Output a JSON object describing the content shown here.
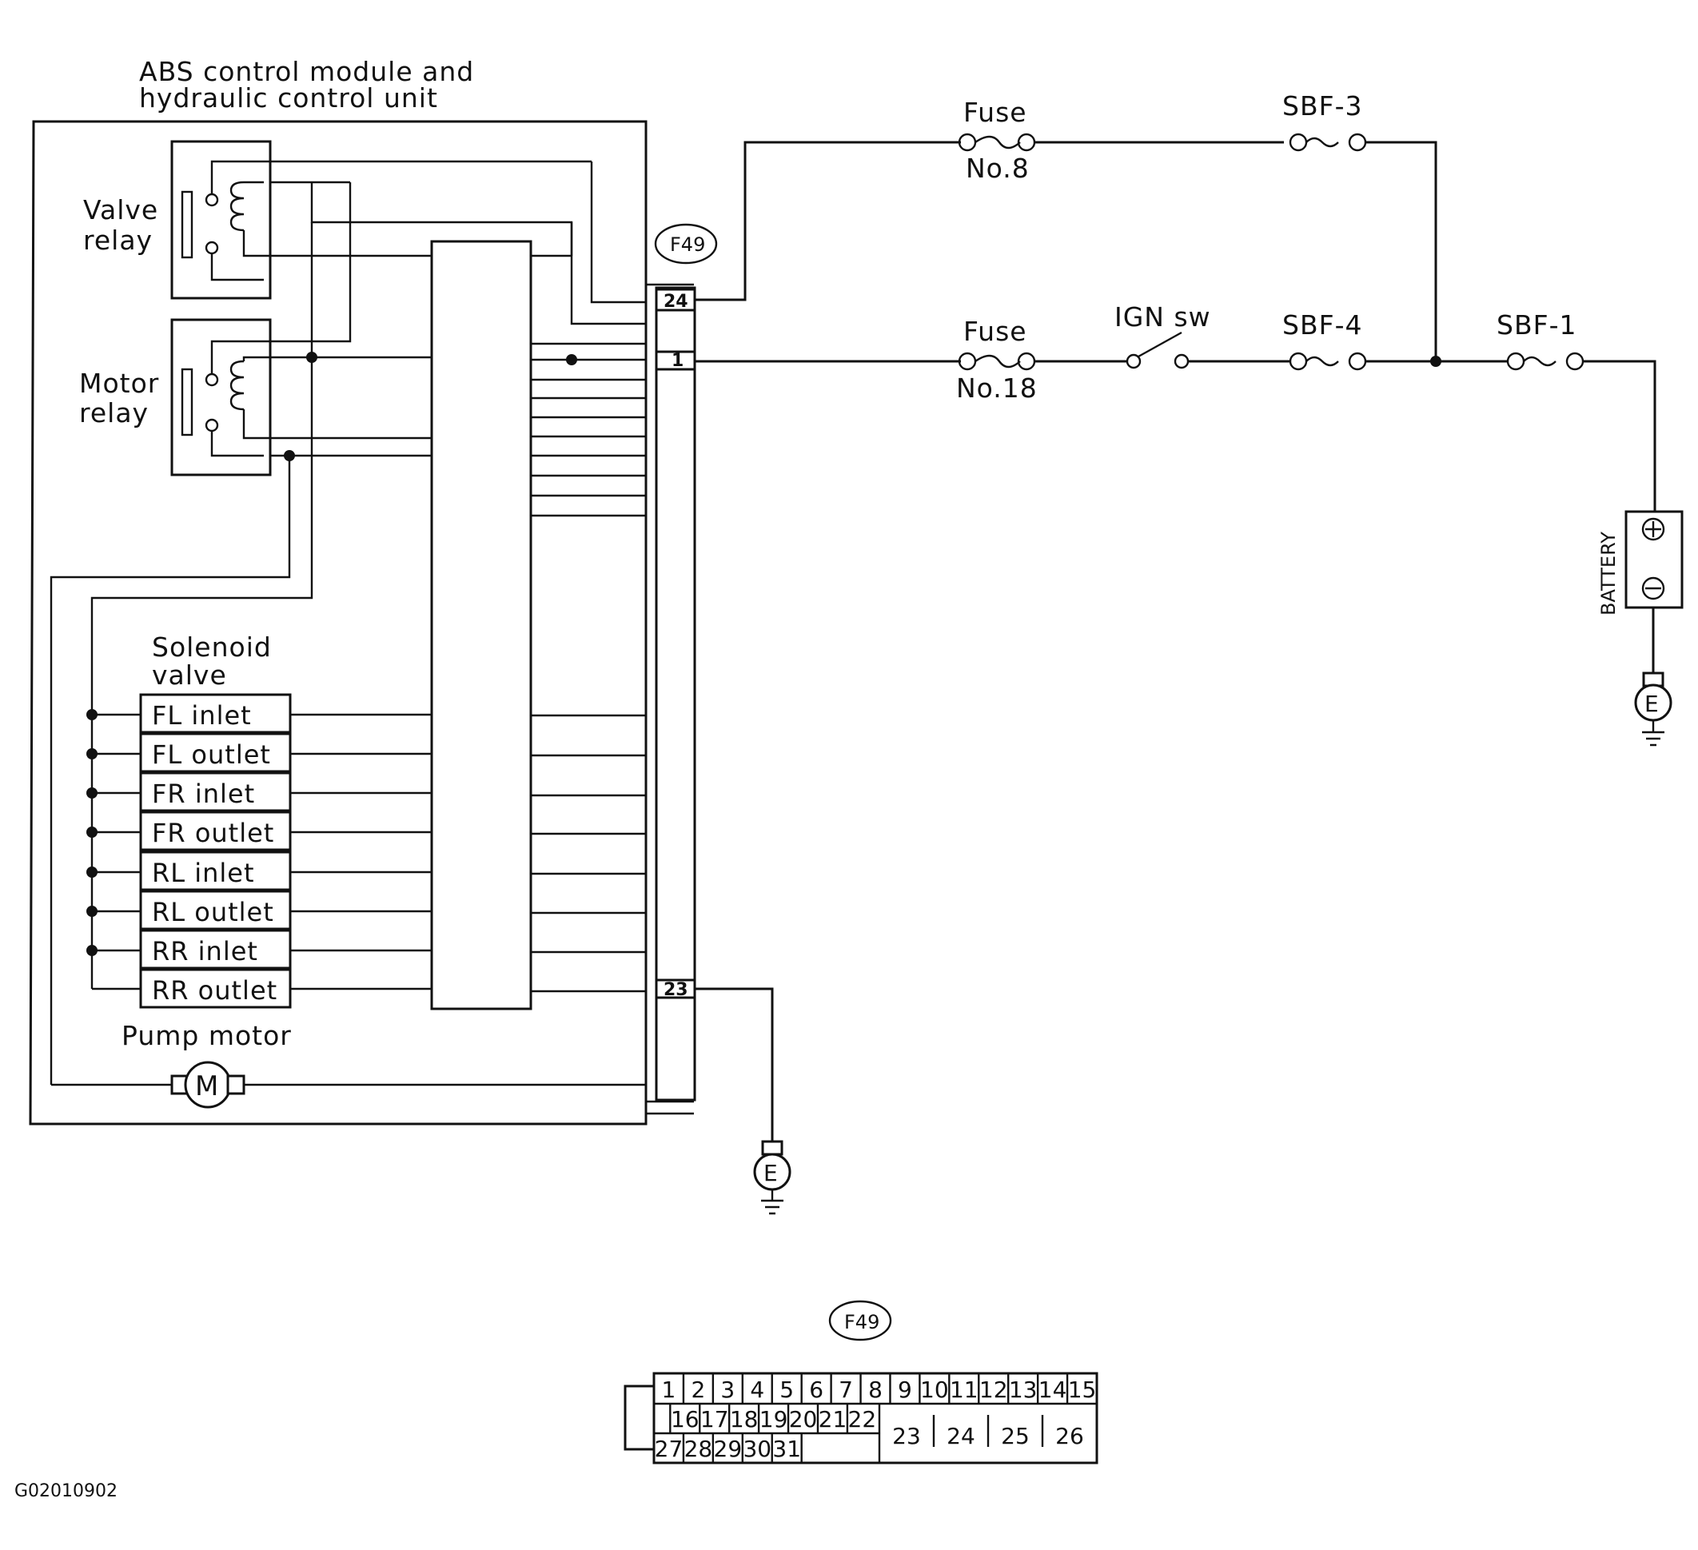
{
  "module": {
    "title_line1": "ABS control module and",
    "title_line2": "hydraulic control unit",
    "valve_relay_line1": "Valve",
    "valve_relay_line2": "relay",
    "motor_relay_line1": "Motor",
    "motor_relay_line2": "relay",
    "solenoid_line1": "Solenoid",
    "solenoid_line2": "valve",
    "pump_motor": "Pump motor",
    "motor_symbol": "M"
  },
  "solenoids": [
    "FL inlet",
    "FL outlet",
    "FR inlet",
    "FR outlet",
    "RL inlet",
    "RL outlet",
    "RR inlet",
    "RR outlet"
  ],
  "connector": {
    "id": "F49",
    "pins_shown": [
      "24",
      "1",
      "23"
    ]
  },
  "power": {
    "fuse_label": "Fuse",
    "fuse_no8": "No.8",
    "fuse_no18": "No.18",
    "sbf3": "SBF-3",
    "sbf4": "SBF-4",
    "sbf1": "SBF-1",
    "ign_sw": "IGN sw",
    "battery": "BATTERY",
    "ground": "E"
  },
  "pinout": {
    "id": "F49",
    "row1": [
      "1",
      "2",
      "3",
      "4",
      "5",
      "6",
      "7",
      "8",
      "9",
      "10",
      "11",
      "12",
      "13",
      "14",
      "15"
    ],
    "row2": [
      "16",
      "17",
      "18",
      "19",
      "20",
      "21",
      "22"
    ],
    "row3": [
      "27",
      "28",
      "29",
      "30",
      "31"
    ],
    "large": [
      "23",
      "24",
      "25",
      "26"
    ]
  },
  "figure_code": "G02010902"
}
